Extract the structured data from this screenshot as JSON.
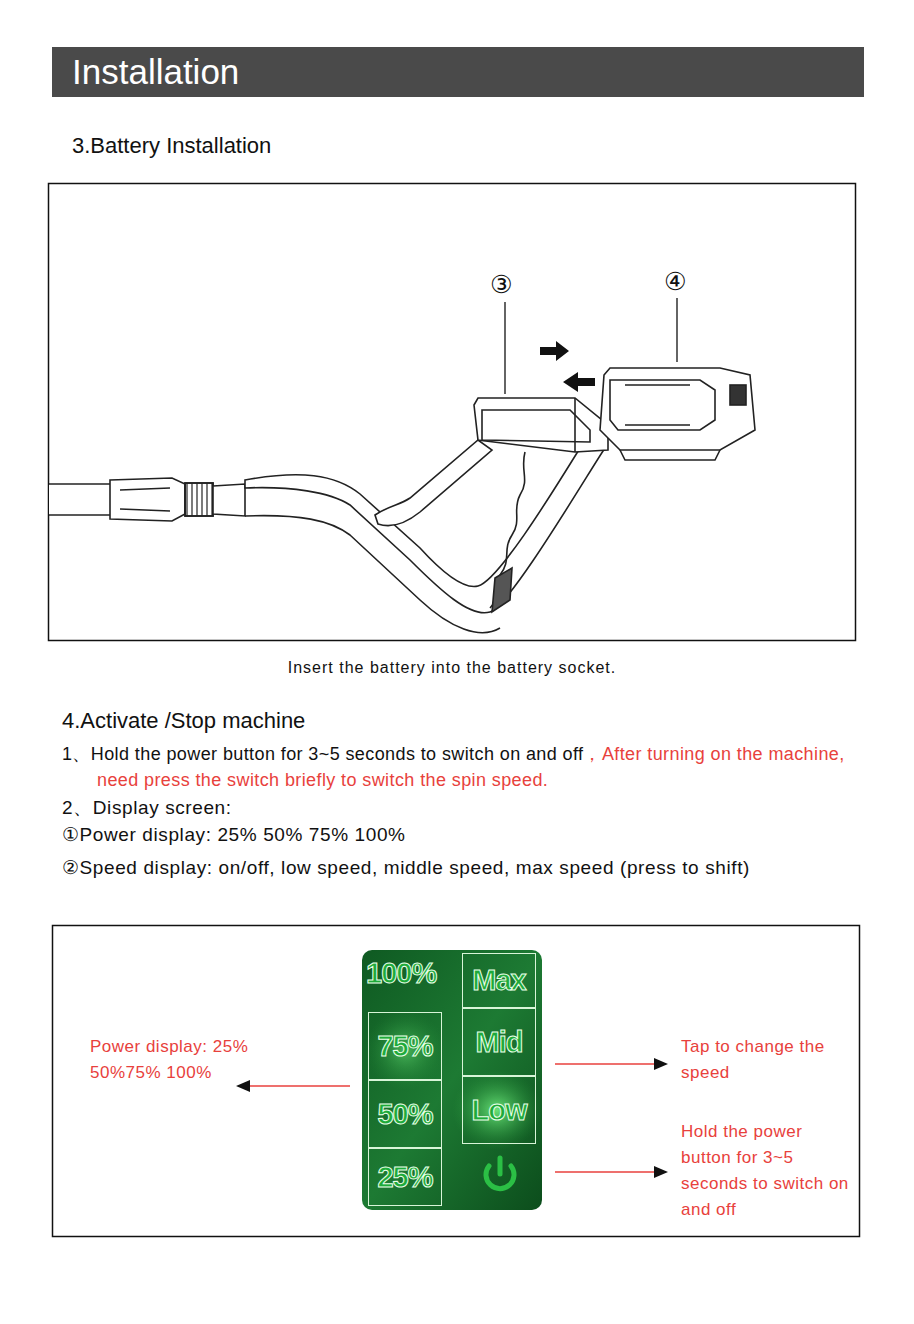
{
  "diagram": {
    "title": "Installation",
    "caption": "Insert the battery into the battery socket.",
    "nodes": [
      {
        "text": [
          "75%"
        ]
      },
      {
        "text": [
          "50%"
        ]
      },
      {
        "text": [
          "25%"
        ]
      },
      {
        "text": [
          "Max"
        ]
      },
      {
        "text": [
          "Mid"
        ]
      },
      {
        "text": [
          "Low"
        ]
      }
    ],
    "labels": [
      "3.Battery Installation",
      "③",
      "④",
      "4.Activate /Stop machine",
      "1、Hold the power button for 3~5 seconds to switch on and off",
      "，After turning on the machine, need press the switch briefly to switch the spin speed.",
      "2、Display screen:",
      "①Power display: 25% 50% 75% 100%",
      "②Speed display: on/off, low speed, middle speed, max speed (press to shift)",
      "100%",
      "Power display: 25% 50%75% 100%",
      "Tap to change the speed",
      "Hold the power button for 3~5 seconds to switch on and off"
    ]
  }
}
